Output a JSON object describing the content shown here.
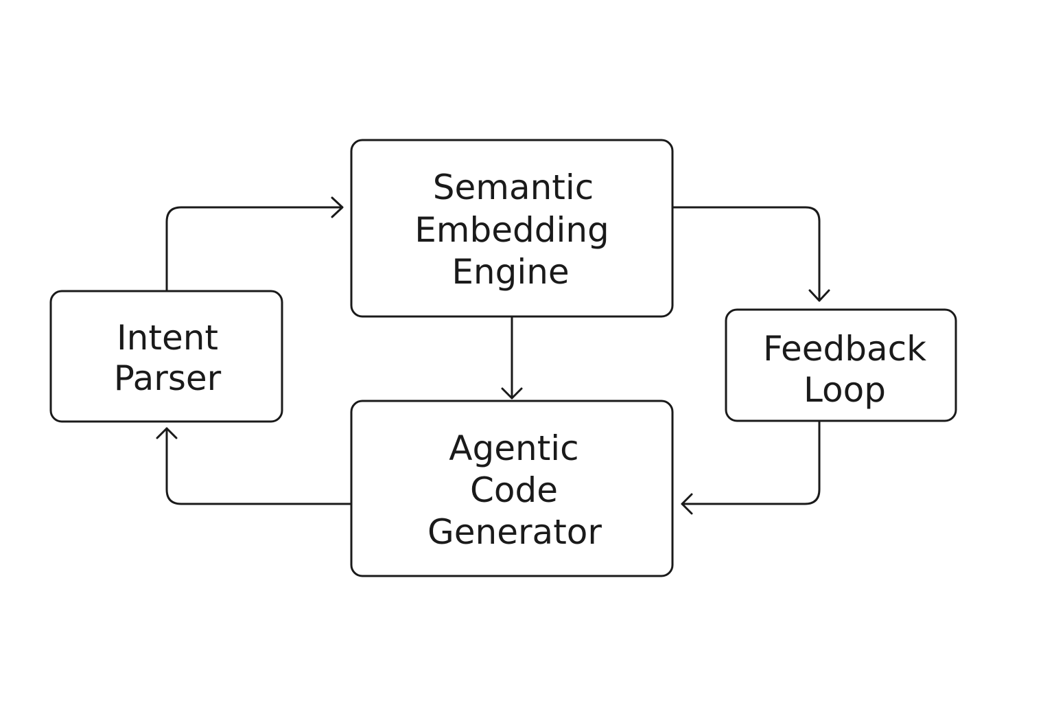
{
  "diagram": {
    "nodes": {
      "semantic": {
        "lines": [
          "Semantic",
          "Embedding",
          "Engine"
        ]
      },
      "intent": {
        "lines": [
          "Intent",
          "Parser"
        ]
      },
      "feedback": {
        "lines": [
          "Feedback",
          "Loop"
        ]
      },
      "agentic": {
        "lines": [
          "Agentic",
          "Code",
          "Generator"
        ]
      }
    },
    "edges": [
      {
        "from": "intent",
        "to": "semantic"
      },
      {
        "from": "semantic",
        "to": "feedback"
      },
      {
        "from": "semantic",
        "to": "agentic"
      },
      {
        "from": "feedback",
        "to": "agentic"
      },
      {
        "from": "agentic",
        "to": "intent"
      }
    ],
    "colors": {
      "stroke": "#1a1a1a",
      "text": "#1a1a1a",
      "background": "#ffffff"
    }
  }
}
